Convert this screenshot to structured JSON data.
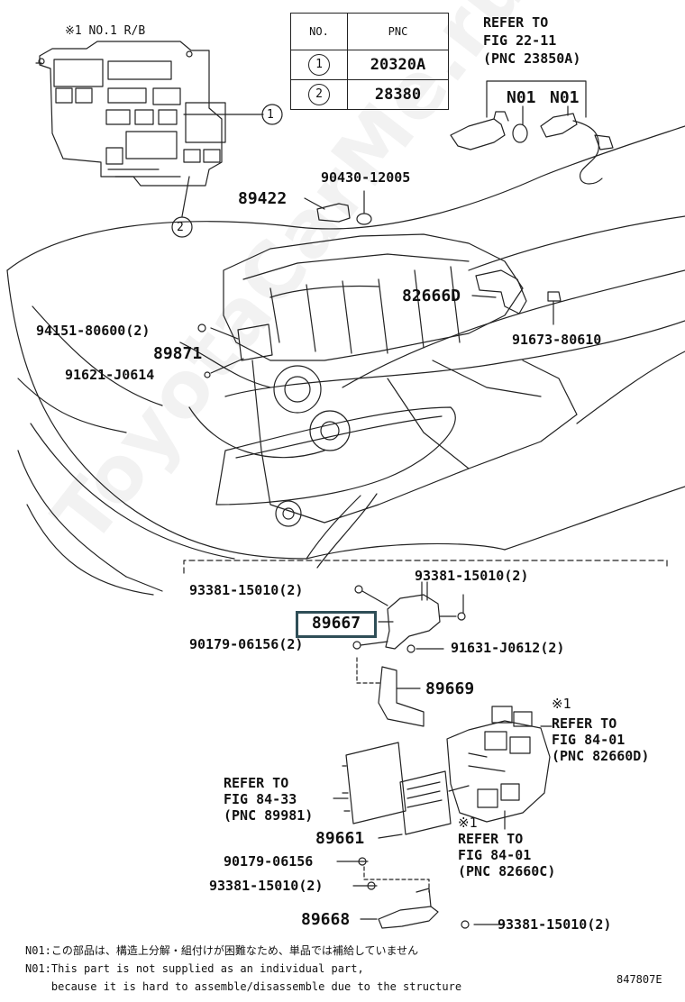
{
  "header": {
    "rb_title": "※1  NO.1 R/B",
    "callout_1": "1",
    "callout_2": "2"
  },
  "pnc_table": {
    "col_no": "NO.",
    "col_pnc": "PNC",
    "rows": [
      {
        "no": "1",
        "pnc": "20320A"
      },
      {
        "no": "2",
        "pnc": "28380"
      }
    ]
  },
  "refs": {
    "top_refer_line1": "REFER TO",
    "top_refer_line2": "FIG 22-11",
    "top_refer_line3": "(PNC 23850A)",
    "n01_a": "N01",
    "n01_b": "N01",
    "right_mark": "※1",
    "right_refer_line1": "REFER TO",
    "right_refer_line2": "FIG 84-01",
    "right_refer_line3": "(PNC 82660D)",
    "left_refer_line1": "REFER TO",
    "left_refer_line2": "FIG 84-33",
    "left_refer_line3": "(PNC 89981)",
    "bottom_mark": "※1",
    "bottom_refer_line1": "REFER TO",
    "bottom_refer_line2": "FIG 84-01",
    "bottom_refer_line3": "(PNC 82660C)"
  },
  "parts": {
    "p90430": "90430-12005",
    "p89422": "89422",
    "p82666d": "82666D",
    "p94151": "94151-80600(2)",
    "p89871": "89871",
    "p91673": "91673-80610",
    "p91621": "91621-J0614",
    "p93381_a": "93381-15010(2)",
    "p93381_b": "93381-15010(2)",
    "p89667": "89667",
    "p90179_a": "90179-06156(2)",
    "p91631": "91631-J0612(2)",
    "p89669": "89669",
    "p89661": "89661",
    "p90179_b": "90179-06156",
    "p93381_c": "93381-15010(2)",
    "p89668": "89668",
    "p93381_d": "93381-15010(2)"
  },
  "notes": {
    "jp": "N01:この部品は、構造上分解・組付けが困難なため、単品では補給していません",
    "en_line1": "N01:This part is not supplied as an individual part,",
    "en_line2": "    because it is hard to assemble/disassemble due to the structure"
  },
  "figure_code": "847807E",
  "watermark": "ToyotaCarMe.ru",
  "colors": {
    "line": "#222222",
    "highlight_border": "#2f4e57"
  }
}
